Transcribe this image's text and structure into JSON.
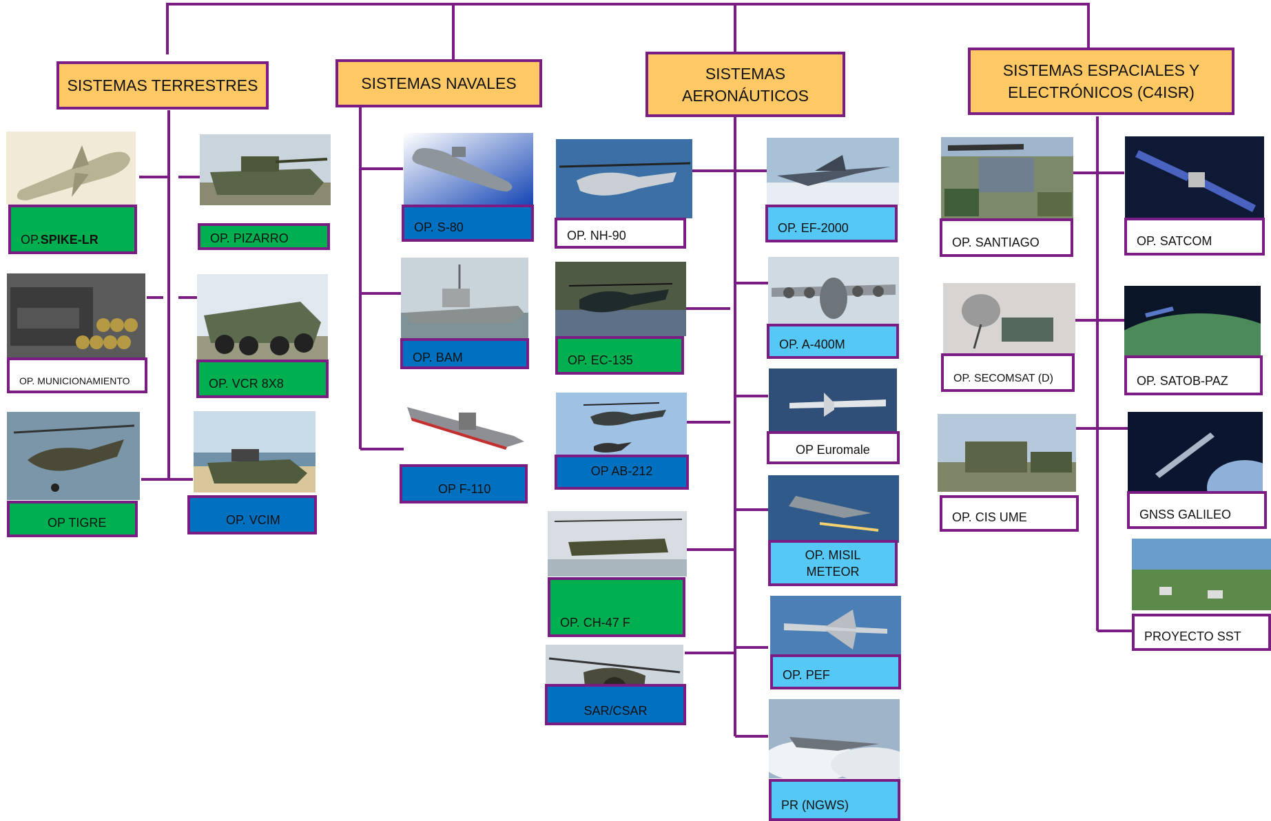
{
  "colors": {
    "line": "#7b1c84",
    "header_fill": "#fec865",
    "green": "#00b050",
    "blue": "#0070c0",
    "light_blue": "#55c8f5",
    "white": "#ffffff"
  },
  "headers": {
    "terrestres": "SISTEMAS TERRESTRES",
    "navales": "SISTEMAS NAVALES",
    "aeronauticos": "SISTEMAS\nAERONÁUTICOS",
    "espaciales": "SISTEMAS ESPACIALES Y\nELECTRÓNICOS (C4ISR)"
  },
  "programs": {
    "spike_prefix": "OP. ",
    "spike_name": "SPIKE-LR",
    "pizarro": "OP. PIZARRO",
    "municionamiento": "OP. MUNICIONAMIENTO",
    "vcr": "OP. VCR 8X8",
    "tigre": "OP TIGRE",
    "vcim": "OP. VCIM",
    "s80": "OP. S-80",
    "bam": "OP. BAM",
    "f110": "OP F-110",
    "nh90": "OP. NH-90",
    "ec135": "OP. EC-135",
    "ab212": "OP AB-212",
    "ch47": "OP.  CH-47 F",
    "sarcsar": "SAR/CSAR",
    "ef2000": "OP. EF-2000",
    "a400m": "OP. A-400M",
    "euromale": "OP Euromale",
    "meteor": "OP. MISIL\nMETEOR",
    "pef": "OP. PEF",
    "ngws": "PR (NGWS)",
    "santiago": "OP. SANTIAGO",
    "satcom": "OP. SATCOM",
    "secomsat": "OP. SECOMSAT (D)",
    "satobpaz": "OP. SATOB-PAZ",
    "cisume": "OP. CIS UME",
    "galileo": "GNSS GALILEO",
    "sst": "PROYECTO SST"
  },
  "icons": [
    "missile-photo",
    "ifv-photo",
    "ammunition-photo",
    "wheeled-vehicle-photo",
    "attack-helicopter-photo",
    "amphibious-vehicle-photo",
    "submarine-photo",
    "patrol-ship-photo",
    "frigate-photo",
    "helicopter-photo",
    "fighter-jet-photo",
    "transport-aircraft-photo",
    "drone-photo",
    "tanker-aircraft-photo",
    "satellite-photo",
    "radar-station-photo",
    "earth-observation-photo"
  ]
}
